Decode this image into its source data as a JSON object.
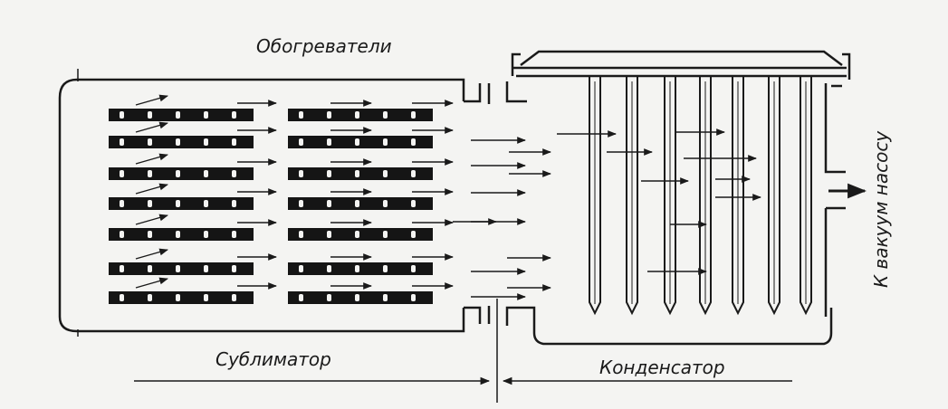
{
  "labels": {
    "heaters": "Обогреватели",
    "sublimator": "Сублиматор",
    "condenser": "Конденсатор",
    "to_vacuum_pump": "К вакуум насосу"
  },
  "colors": {
    "ink": "#1a1a1a",
    "paper": "#f4f4f2",
    "tray": "#151515",
    "slot": "#f4f4f2"
  },
  "structure": {
    "tray_rows": 7,
    "tray_columns": 2,
    "condenser_tubes": 7
  }
}
